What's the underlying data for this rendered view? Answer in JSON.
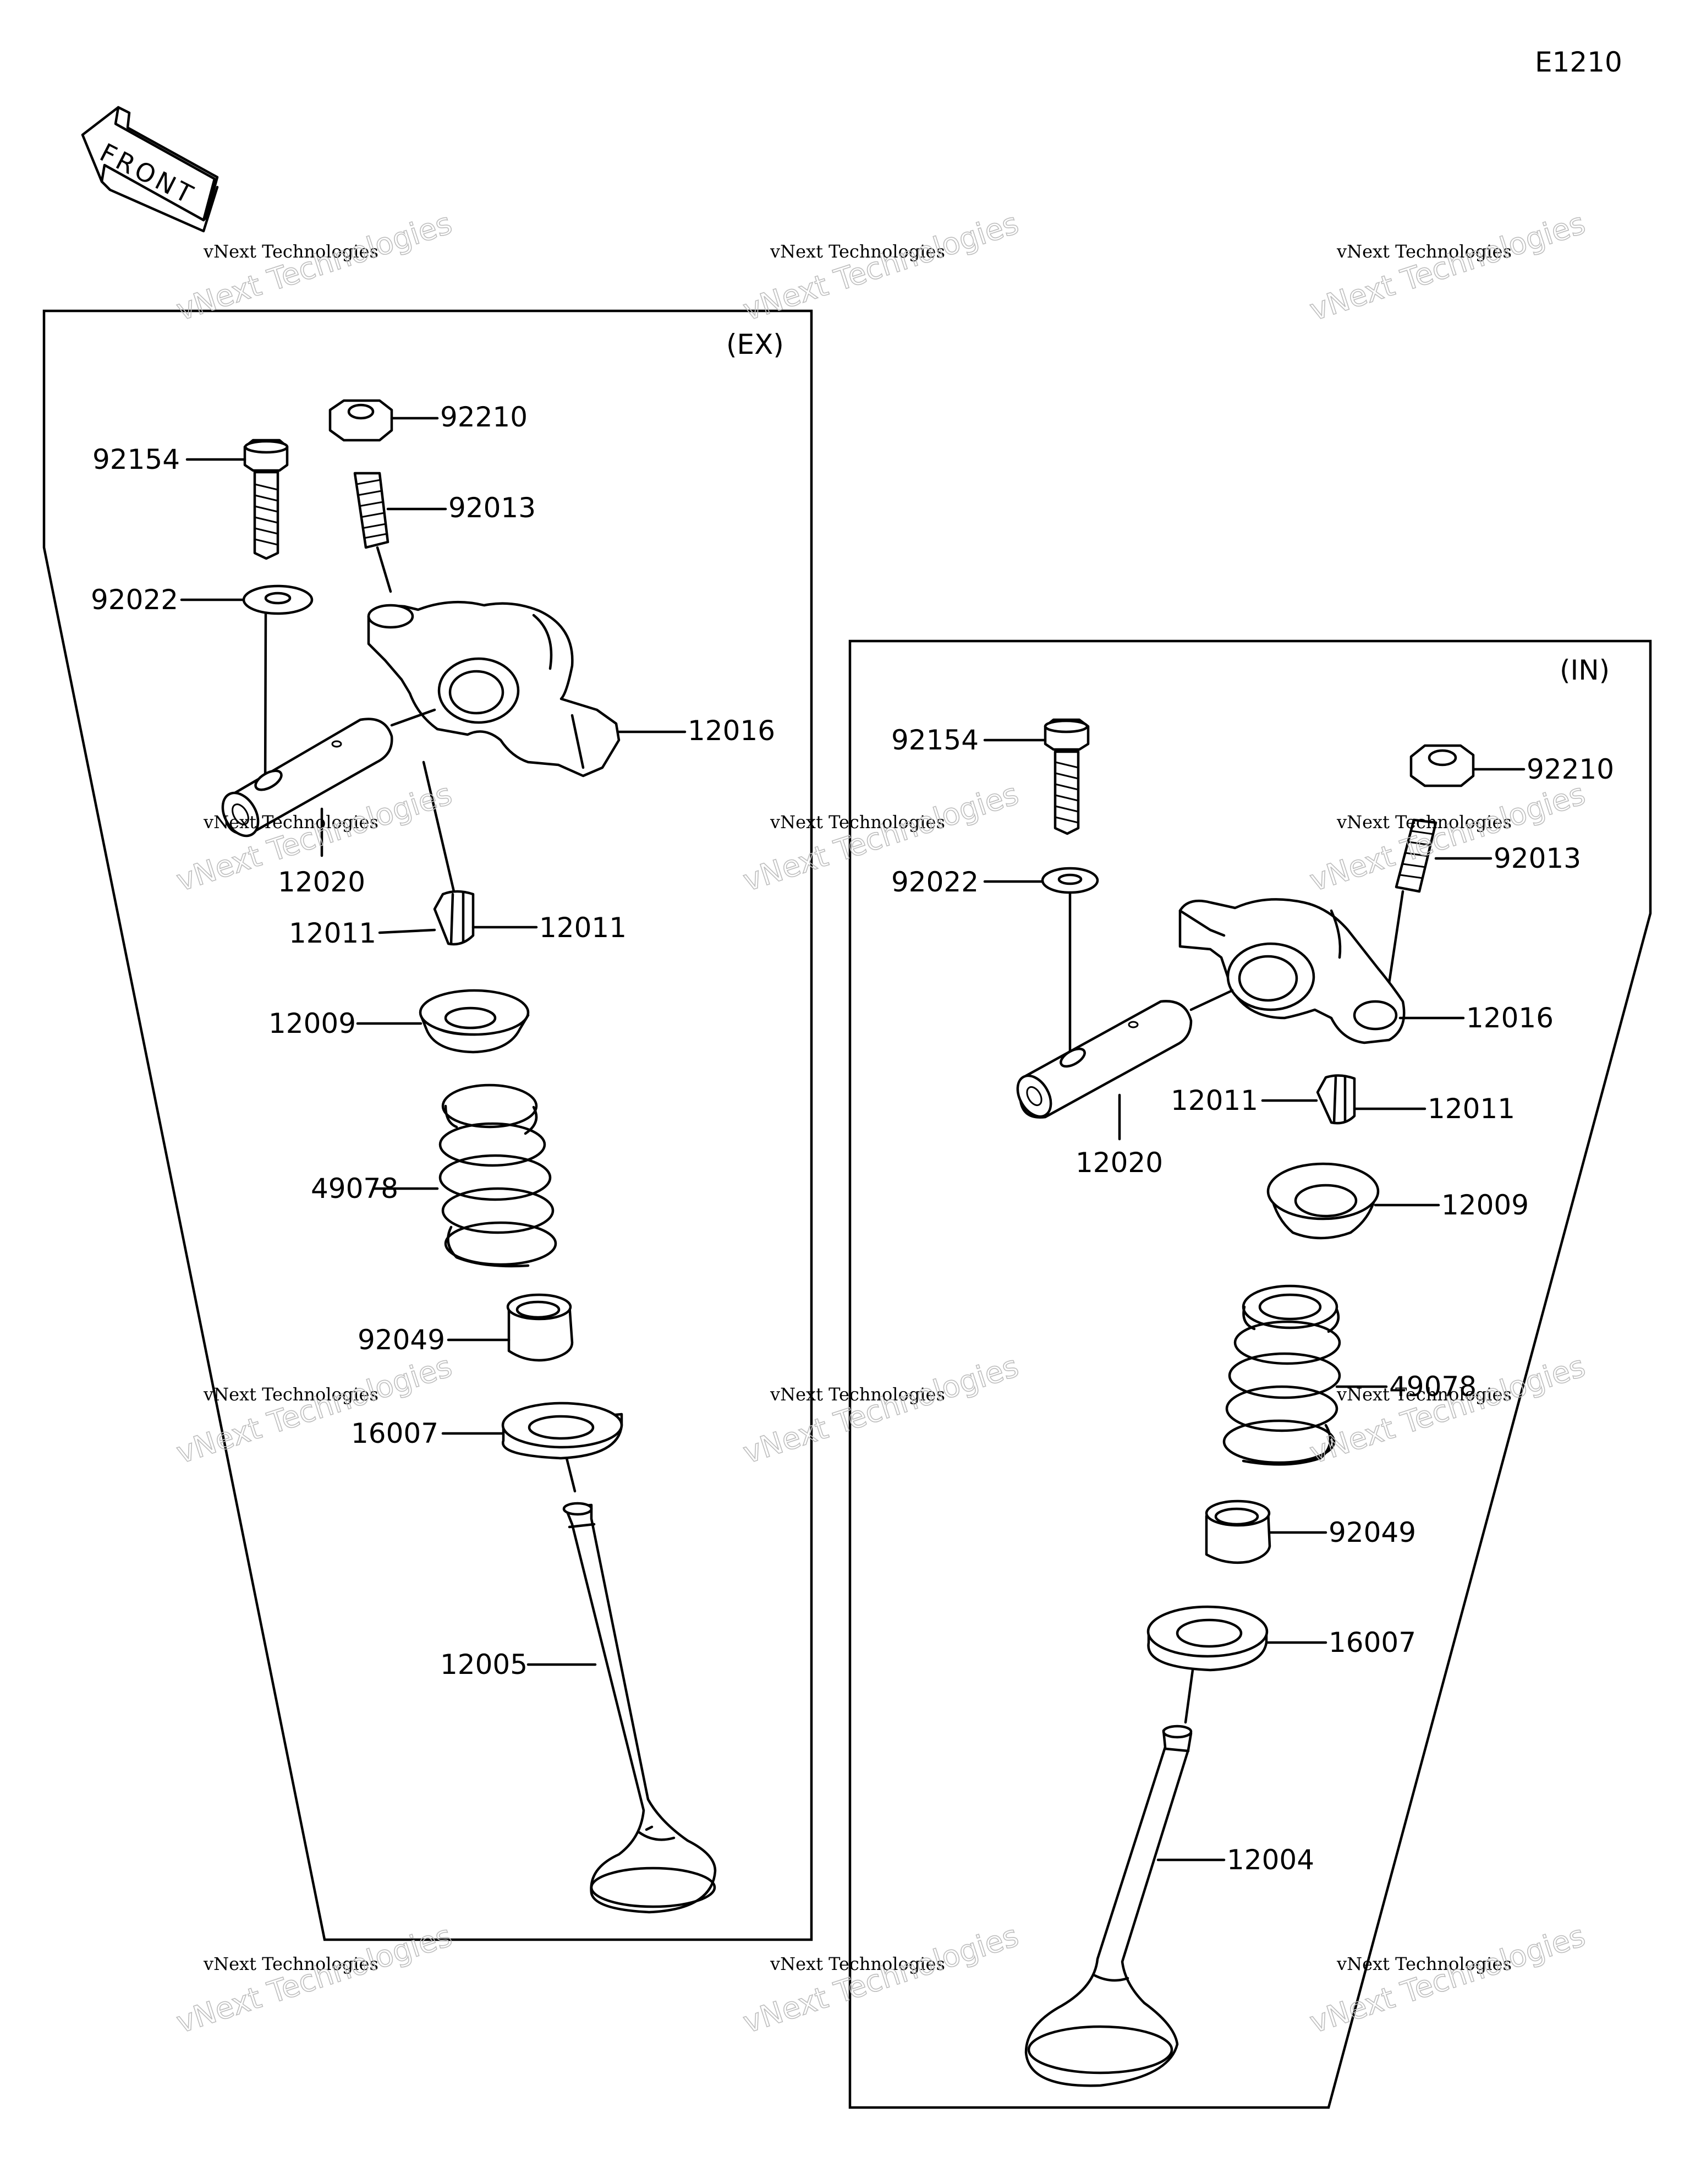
{
  "diagram_code": "E1210",
  "front_label": "FRONT",
  "panels": {
    "ex": {
      "title": "(EX)"
    },
    "in": {
      "title": "(IN)"
    }
  },
  "watermark": {
    "line1": "vNext Technologies",
    "line2": "vNext Technologies"
  },
  "parts": {
    "ex": {
      "p92210": "92210",
      "p92154": "92154",
      "p92013": "92013",
      "p92022": "92022",
      "p12016": "12016",
      "p12020": "12020",
      "p12011_left": "12011",
      "p12011_right": "12011",
      "p12009": "12009",
      "p49078": "49078",
      "p92049": "92049",
      "p16007": "16007",
      "p12005": "12005"
    },
    "in": {
      "p92154": "92154",
      "p92210": "92210",
      "p92013": "92013",
      "p92022": "92022",
      "p12016": "12016",
      "p12011_left": "12011",
      "p12011_right": "12011",
      "p12020": "12020",
      "p12009": "12009",
      "p49078": "49078",
      "p92049": "92049",
      "p16007": "16007",
      "p12004": "12004"
    }
  }
}
